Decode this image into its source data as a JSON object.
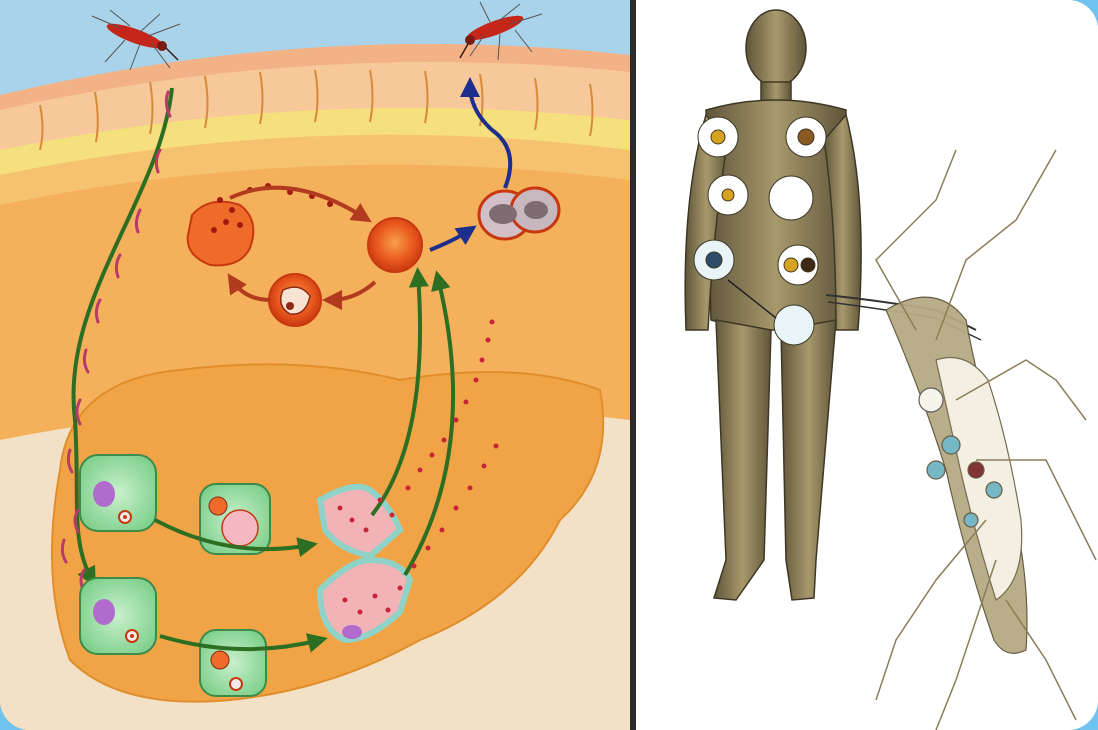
{
  "figure": {
    "left_panel": {
      "subject": "malaria-life-cycle-in-human",
      "stages": [
        "mosquito-bite",
        "sporozoites",
        "liver-cells",
        "schizonts",
        "merozoites",
        "red-blood-cell-cycle",
        "gametocytes",
        "mosquito-uptake"
      ]
    },
    "right_panel": {
      "subject": "human-and-mosquito-anatomy"
    }
  },
  "colors": {
    "frame": "#6fc3ee",
    "sky": "#a9d3ea",
    "skin_top": "#f3b286",
    "skin_yellow": "#f6df7d",
    "tissue": "#f6b55f",
    "liver": "#f1a446",
    "cell_green": "#9fdca9",
    "arrow_green": "#2d6e22",
    "arrow_red": "#b23a1f",
    "arrow_blue": "#1c2f8c",
    "rbc": "#e5511d",
    "body_bronze": "#8a7d58"
  }
}
